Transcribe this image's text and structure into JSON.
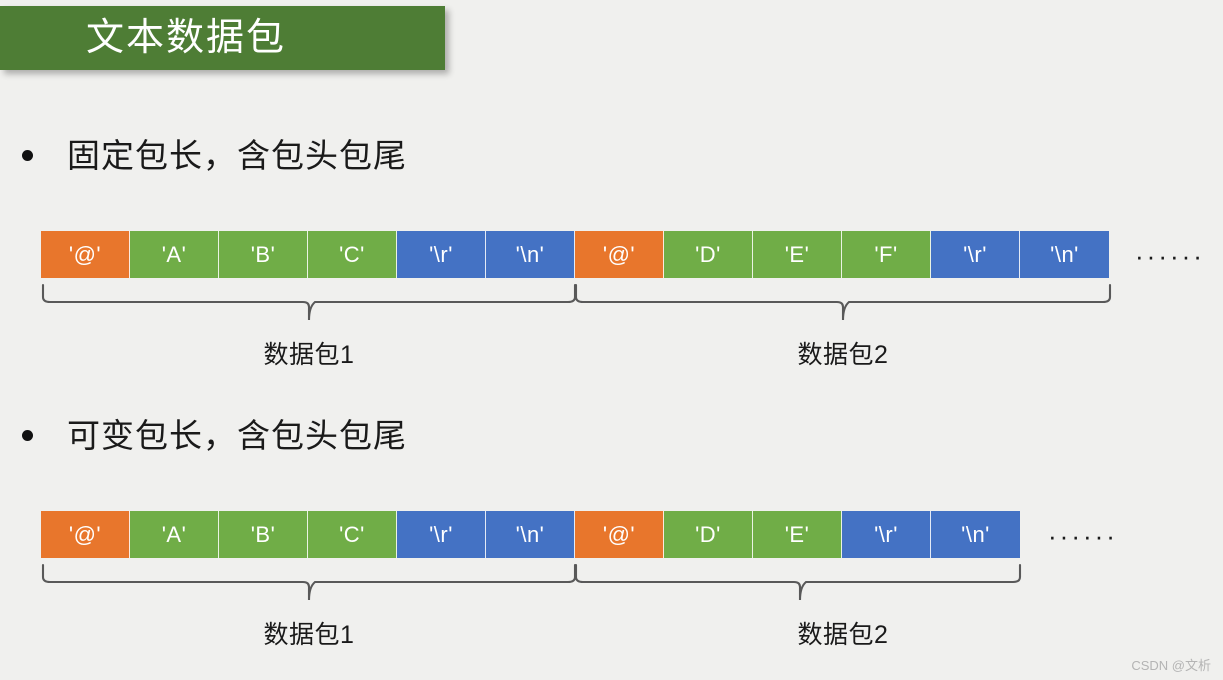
{
  "slide": {
    "title": "文本数据包",
    "background_color": "#f0f0ee",
    "title_banner_color": "#4e7d35",
    "title_text_color": "#ffffff"
  },
  "colors": {
    "header_cell": "#e8762c",
    "body_cell": "#70ad47",
    "tail_cell": "#4472c4",
    "text": "#1a1a1a",
    "brace": "#595959"
  },
  "sections": [
    {
      "bullet": "固定包长，含包头包尾",
      "ellipsis": "······",
      "packets": [
        {
          "label": "数据包1",
          "cells": [
            {
              "text": "'@'",
              "kind": "head"
            },
            {
              "text": "'A'",
              "kind": "body"
            },
            {
              "text": "'B'",
              "kind": "body"
            },
            {
              "text": "'C'",
              "kind": "body"
            },
            {
              "text": "'\\r'",
              "kind": "tail"
            },
            {
              "text": "'\\n'",
              "kind": "tail"
            }
          ]
        },
        {
          "label": "数据包2",
          "cells": [
            {
              "text": "'@'",
              "kind": "head"
            },
            {
              "text": "'D'",
              "kind": "body"
            },
            {
              "text": "'E'",
              "kind": "body"
            },
            {
              "text": "'F'",
              "kind": "body"
            },
            {
              "text": "'\\r'",
              "kind": "tail"
            },
            {
              "text": "'\\n'",
              "kind": "tail"
            }
          ]
        }
      ]
    },
    {
      "bullet": "可变包长，含包头包尾",
      "ellipsis": "······",
      "packets": [
        {
          "label": "数据包1",
          "cells": [
            {
              "text": "'@'",
              "kind": "head"
            },
            {
              "text": "'A'",
              "kind": "body"
            },
            {
              "text": "'B'",
              "kind": "body"
            },
            {
              "text": "'C'",
              "kind": "body"
            },
            {
              "text": "'\\r'",
              "kind": "tail"
            },
            {
              "text": "'\\n'",
              "kind": "tail"
            }
          ]
        },
        {
          "label": "数据包2",
          "cells": [
            {
              "text": "'@'",
              "kind": "head"
            },
            {
              "text": "'D'",
              "kind": "body"
            },
            {
              "text": "'E'",
              "kind": "body"
            },
            {
              "text": "'\\r'",
              "kind": "tail"
            },
            {
              "text": "'\\n'",
              "kind": "tail"
            }
          ]
        }
      ]
    }
  ],
  "watermark": "CSDN @文析"
}
